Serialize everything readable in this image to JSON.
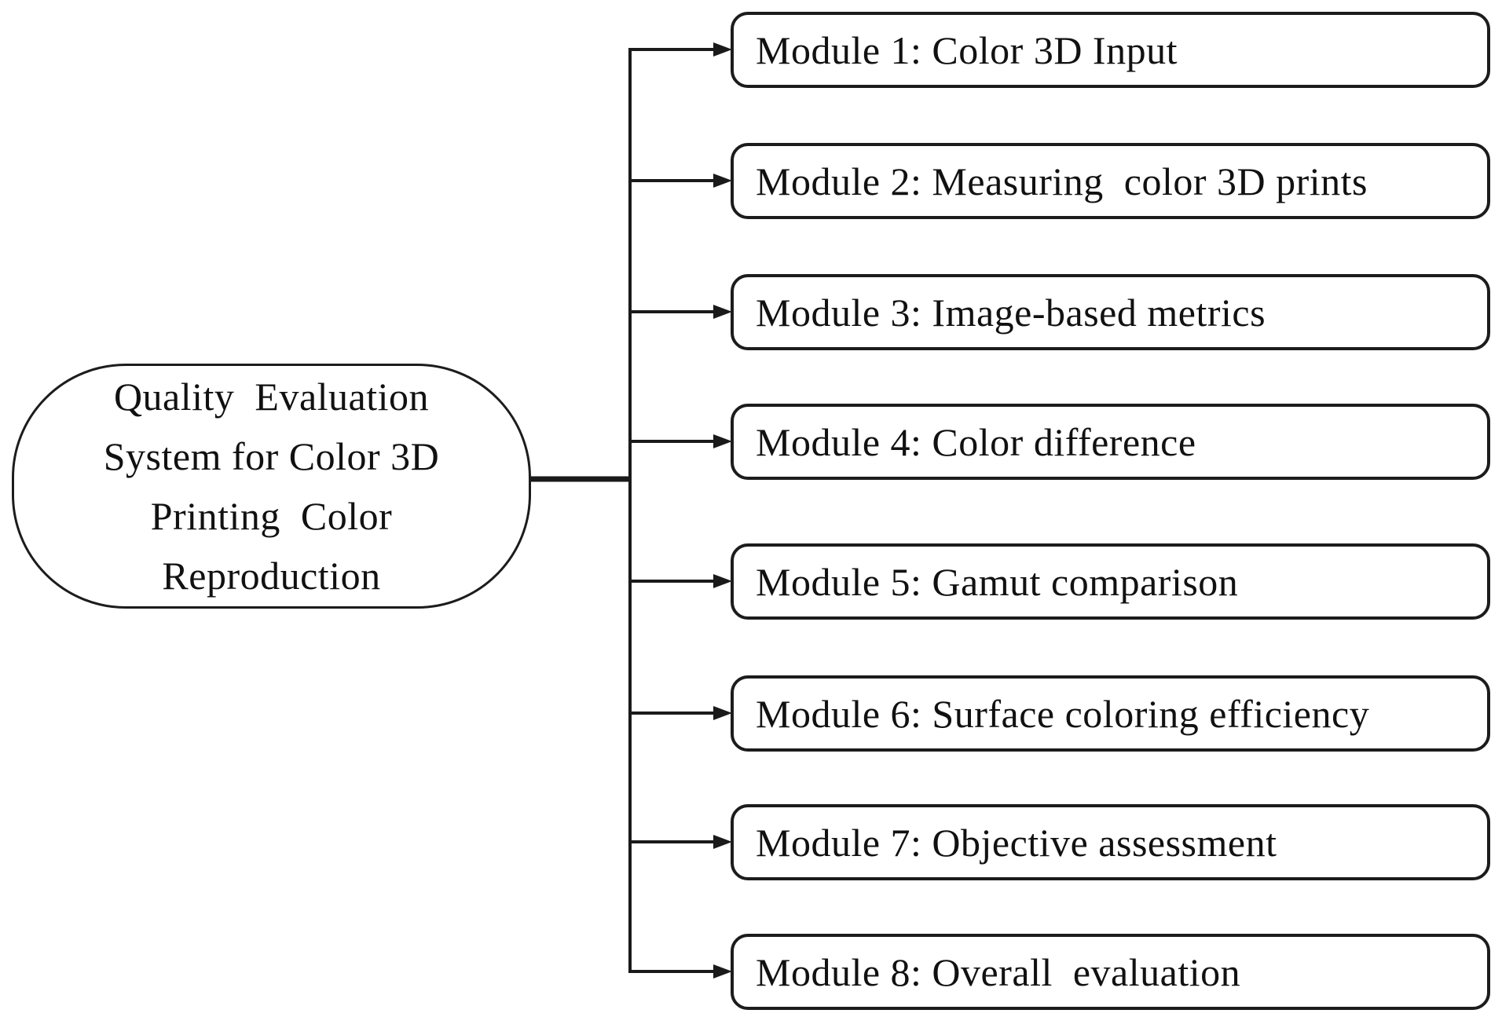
{
  "diagram": {
    "root": {
      "lines": [
        "Quality  Evaluation",
        "System for Color 3D",
        "Printing  Color",
        "Reproduction"
      ]
    },
    "modules": [
      {
        "label": "Module 1: Color 3D Input"
      },
      {
        "label": "Module 2: Measuring  color 3D prints"
      },
      {
        "label": "Module 3: Image-based metrics"
      },
      {
        "label": "Module 4: Color difference"
      },
      {
        "label": "Module 5: Gamut comparison"
      },
      {
        "label": "Module 6: Surface coloring efficiency"
      },
      {
        "label": "Module 7: Objective assessment"
      },
      {
        "label": "Module 8: Overall  evaluation"
      }
    ],
    "colors": {
      "line": "#1a1a1a",
      "background": "#ffffff",
      "text": "#111111"
    }
  }
}
